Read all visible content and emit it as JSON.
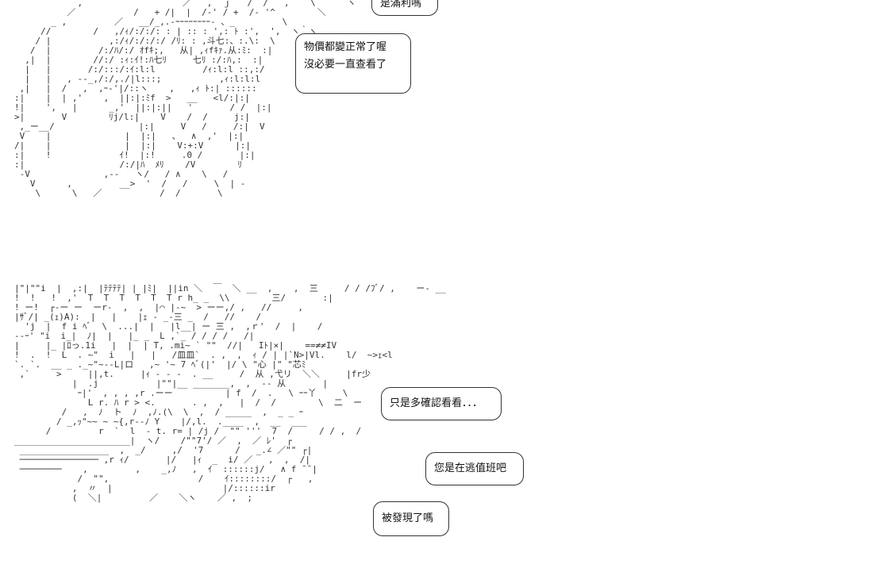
{
  "art": {
    "top": "            ,                   ／   ,  ｊ   /  /   ,    \\      ヽ\n          ／           /   + /|  |  /-' / +  /- '^        ＼\n       _ ,         ／   __/_,.-ｰｰｰｰｰｰｰｰ- 、_         \\\n     //        /   ,/ｨ/:/:/: : | :: : ',: ﾄ :',  ',  ヽ｀ヽ\n    / |           ,:/ｨ/:/:/:/ /ﾘ: : ,斗七:、:.\\:  \\\n   /  |         /:/ﾊ/:/ ｵfｷ;,   从| ,ｨfｷｧ.从:ﾐ:  :|\n  ,|  |        //:/ :ｨ:ｲ!:ﾊ七ﾘ     七ﾘ :/:ﾊ,:  :|\n  |   |       /:/:::/:ｲ:l:l         /ｨ:l:l ::,:/\n  |   |   , --_,/:/,./|l:::;           ,ｨ:l:l:l\n ,|   |  /   ,  ,ｰ-'|/::ヽ    ,   ,ｨ ﾄ:| ::::::\n:|    |  | ,'    ,  ||:|:ﾐf  >   __   <l/:|:|\n!|    ',   |      _,'  ||:|:||   '       / /  |:|\n>|       V        ﾘj/l:|    V    /  /     j:|\n ,_ー__/                |:|     V   /     /:|  V\n V    |              |  |:|   、  ∧  ,'  |:|\n/|    |              |  |:|    V:+:V      |:|\n:|    !             ｲ!  |:!     .0 /       |:|\n:|                  /:/|ﾊ  ﾒﾘ    /V        ﾘ\n -V              ,--   ヽ/   / ∧    \\   /\n   V      ,         __>  '  /   /     \\  | -\n    \\      \\   ／           /  /       \\",
    "bottom": "|\"|\"\"i  |  ,:|  |ﾃﾃﾃﾃ| | |ﾐ|  ||in ＼  ￣  ＼ __  ,    ,  三     / / /ﾌﾞ/ ,    ー- __\n!  !   !  ,'  T  T  T  T  T  T r h_ _  \\\\        三/       :|\n! ー!  ┌-ー ー  ーr-  ,  ,  |⌒ |-~  > ーー,/ ,   //     ,\n|ｻﾞ/| _(ｪ)A):  |   |    |ｪ - _-三 _  /   //    /\n  'j  |  f i ﾍﾞ  \\  ...|  |   |l__| ー 三 ,  ,ｒ'  /  |    /\n--ｰ' \"i  i_|  ﾉ|  |   |_ _  L ,`_ / / / /   /|\n|     |_ |ﾛっ.1i   |  |  | T, .mi~ ` \"\"  //|   Iﾄ|×|    ==≠≠IV\n!  .  !  L  . ~\"  i   |   |   /皿皿`  . ,  ,  ｨ / | |`N>|Vl.    l/  ~>ｪ<l\n`. `.  __ _ ._~\"~--L|ロ   ,~ '~ 7 ﾍﾞ(|'  |/ \\ \"心 |\" \"芯ﾐ\n ,`     >     ||,t.     |ｨ - - -  . __     /  从 ,弋リ  ＼＼     |fr少\n           |  .j           |\"\"|__ _______,  ,  -- 从       |\n            ｰ|'  , , , ,r .ーー          | f  /  .   \\ ｰｰ丫     \\\n              L r. ﾊ r > <.       . ,  ,   |  /  /        \\  二  ー\n         /   ,  ﾉ  ト  ﾉ  ,ﾉ.(\\  \\  ,  / _____  ,  _ _ ｰ\n        / _,ｯ\"~~ ~ ~{,r--ﾉ Y    |/,l.  .____  ,  __  ___\n      /         r  `  l  - t. r= | /j /  \"\" '''  7  /     / / ,  /\n______________________|  ヽ/    /\"\"7'/ ／  ,  ／ ﾚ'  ┌\n _________________  ,  _/     ,/  '7      /   _.∠ ／\"\" ┌|\n ─────────────── ,r ｨ/       |/   |ｨ  _  i/ ／   ,  ,  /|\n ────────    ,         ,    _,ﾉ   ,  ｲ  ::::::j/   ∧ f ̄ ̄ |\n            /  \"\",                 /    ｲ::::::::/  ┌   ,\n           ,  〃  |                     |/::::::ir\n           (  ＼|         ／    ＼ヽ    ／ ,  ;"
  },
  "bubbles": {
    "top_partial": "是滿利嗎",
    "price_line1": "物價都變正常了喔",
    "price_line2": "沒必要一直查看了",
    "check": "只是多確認看看．．．",
    "escape": "您是在逃值班吧",
    "found": "被發現了嗎"
  }
}
